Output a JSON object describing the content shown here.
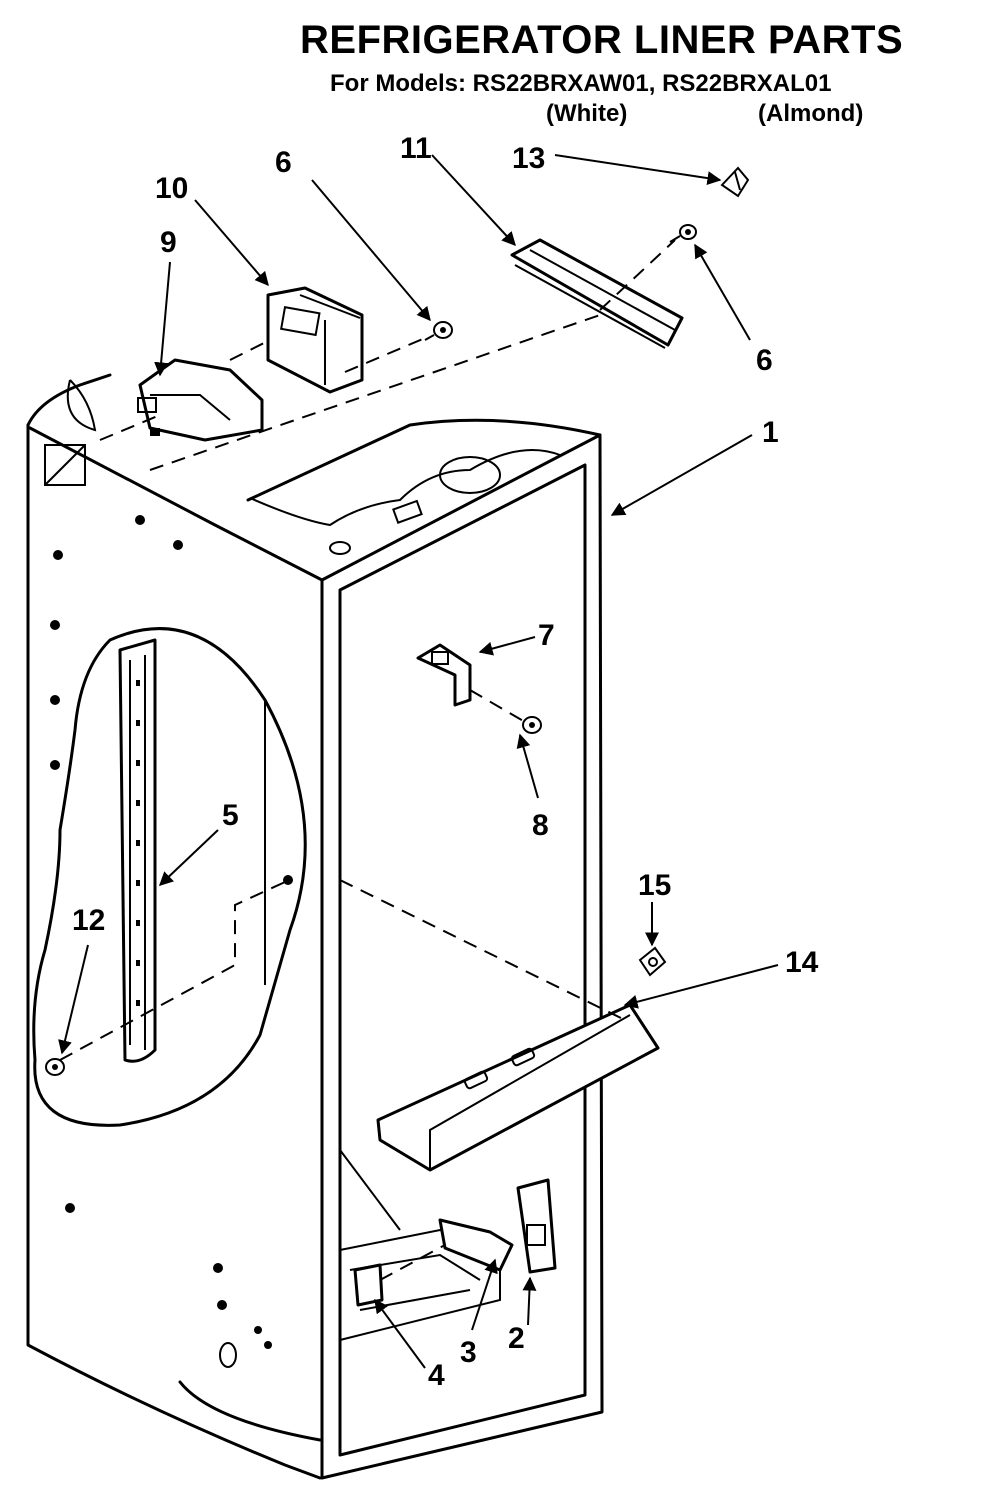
{
  "header": {
    "title": "REFRIGERATOR LINER PARTS",
    "models": "For Models: RS22BRXAW01, RS22BRXAL01",
    "white": "(White)",
    "almond": "(Almond)"
  },
  "callouts": {
    "c1": "1",
    "c2": "2",
    "c3": "3",
    "c4": "4",
    "c5": "5",
    "c6a": "6",
    "c6b": "6",
    "c7": "7",
    "c8": "8",
    "c9": "9",
    "c10": "10",
    "c11": "11",
    "c12": "12",
    "c13": "13",
    "c14": "14",
    "c15": "15"
  }
}
